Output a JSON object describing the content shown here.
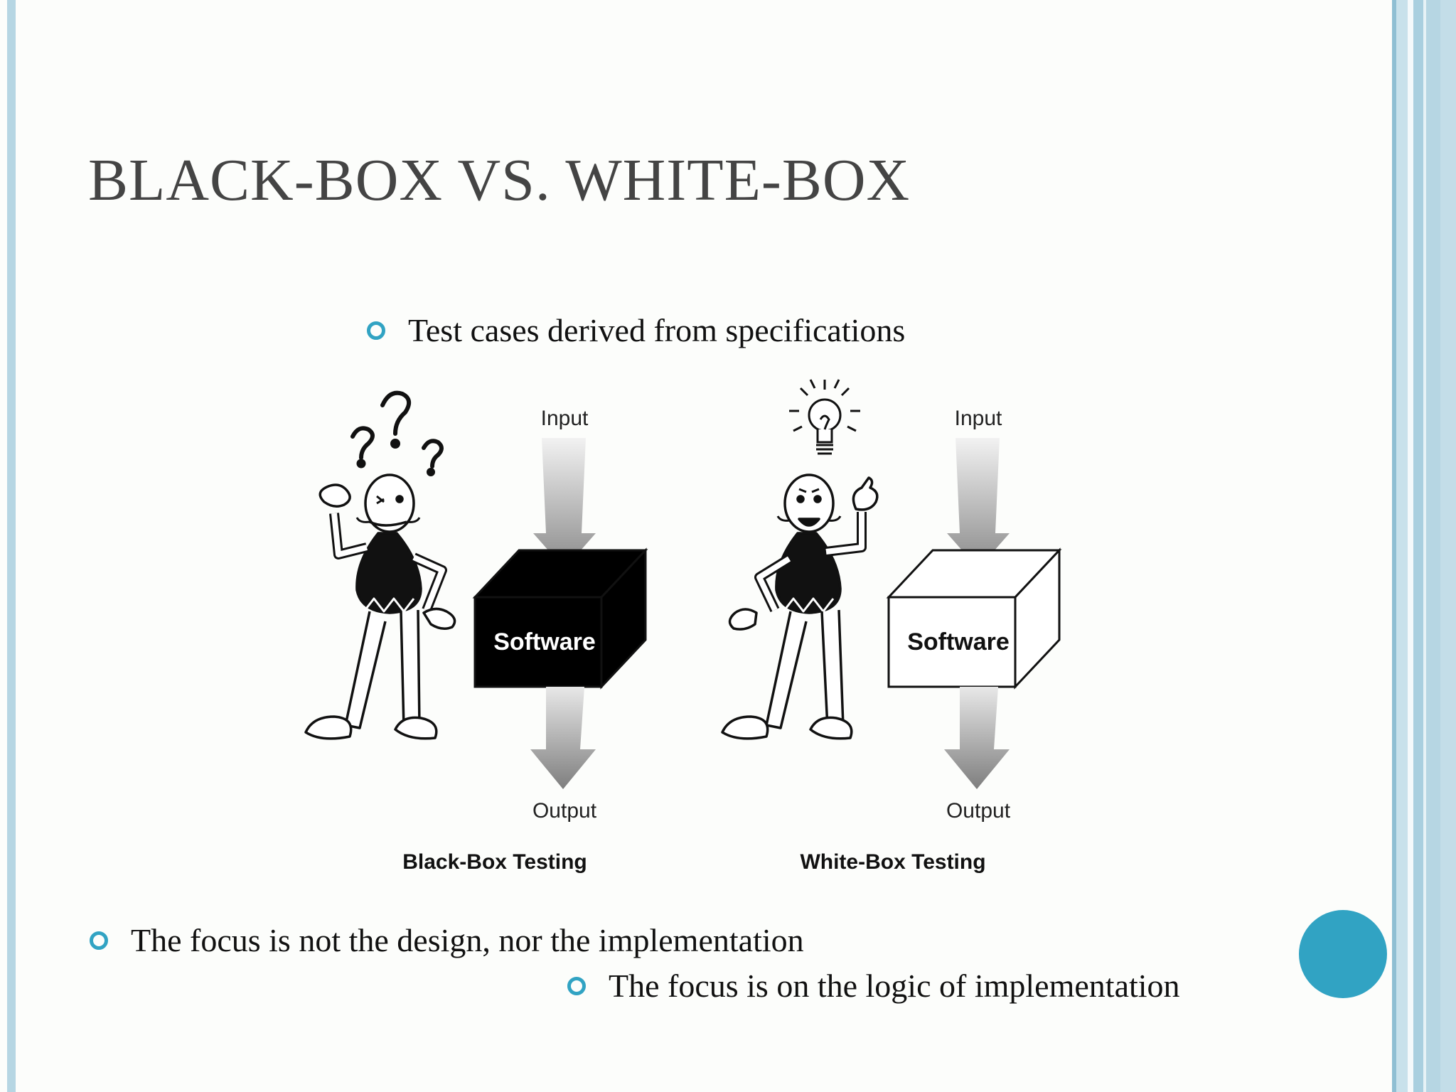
{
  "slide": {
    "title": "BLACK-BOX VS. WHITE-BOX",
    "bullet_top": "Test cases derived from specifications",
    "bullet_bottom_1": "The focus is not the design, nor the implementation",
    "bullet_bottom_2": "The focus is on the logic of implementation"
  },
  "figure": {
    "black_box": {
      "input_label": "Input",
      "box_label": "Software",
      "output_label": "Output",
      "caption": "Black-Box Testing"
    },
    "white_box": {
      "input_label": "Input",
      "box_label": "Software",
      "output_label": "Output",
      "caption": "White-Box Testing"
    }
  },
  "colors": {
    "accent": "#31a3c3",
    "stripe_light": "#b6d6e3",
    "stripe_mid": "#8fbfd3",
    "title": "#444444"
  },
  "icons": [
    "bullet-ring-icon",
    "question-marks-icon",
    "lightbulb-icon",
    "down-arrow-icon",
    "cube-icon",
    "stick-figure-icon"
  ]
}
